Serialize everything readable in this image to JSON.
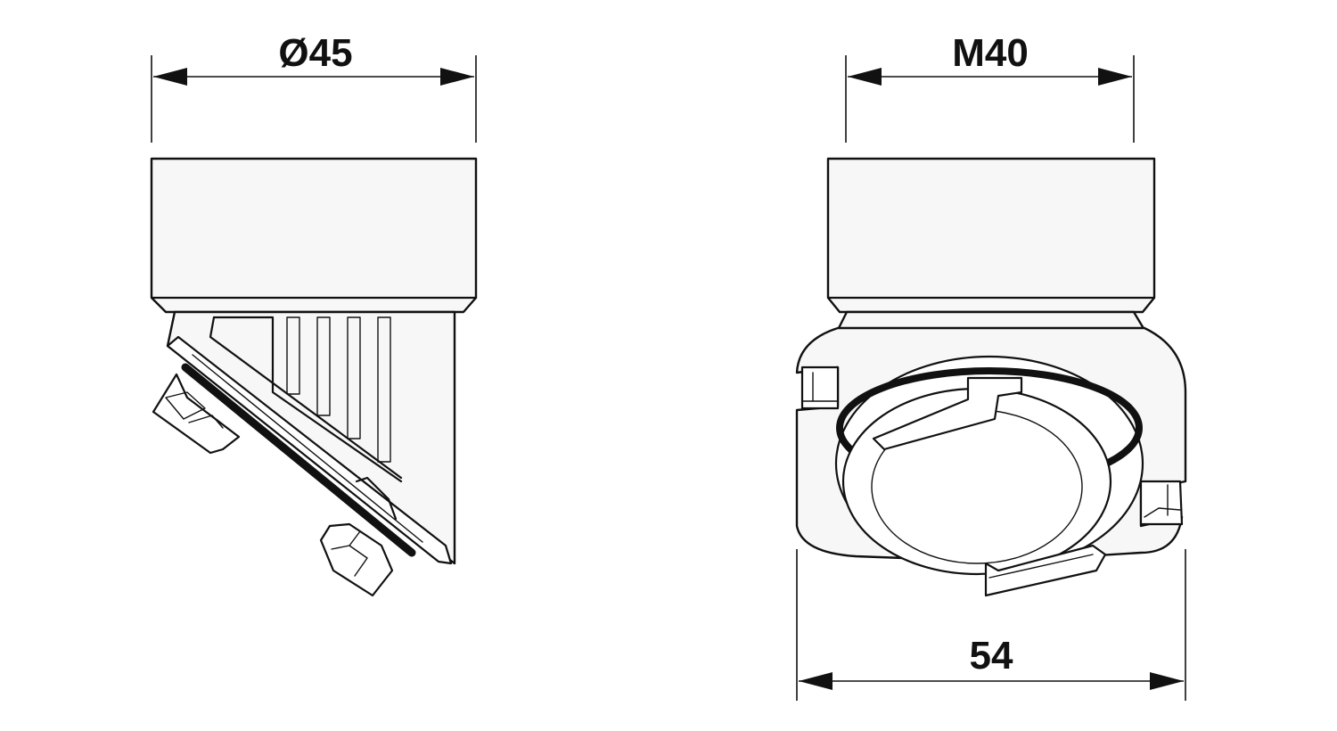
{
  "dimensions": {
    "side_diameter": "Ø45",
    "front_thread": "M40",
    "front_width": "54"
  },
  "colors": {
    "line": "#111111",
    "fill": "#f7f7f7",
    "background": "#ffffff"
  }
}
